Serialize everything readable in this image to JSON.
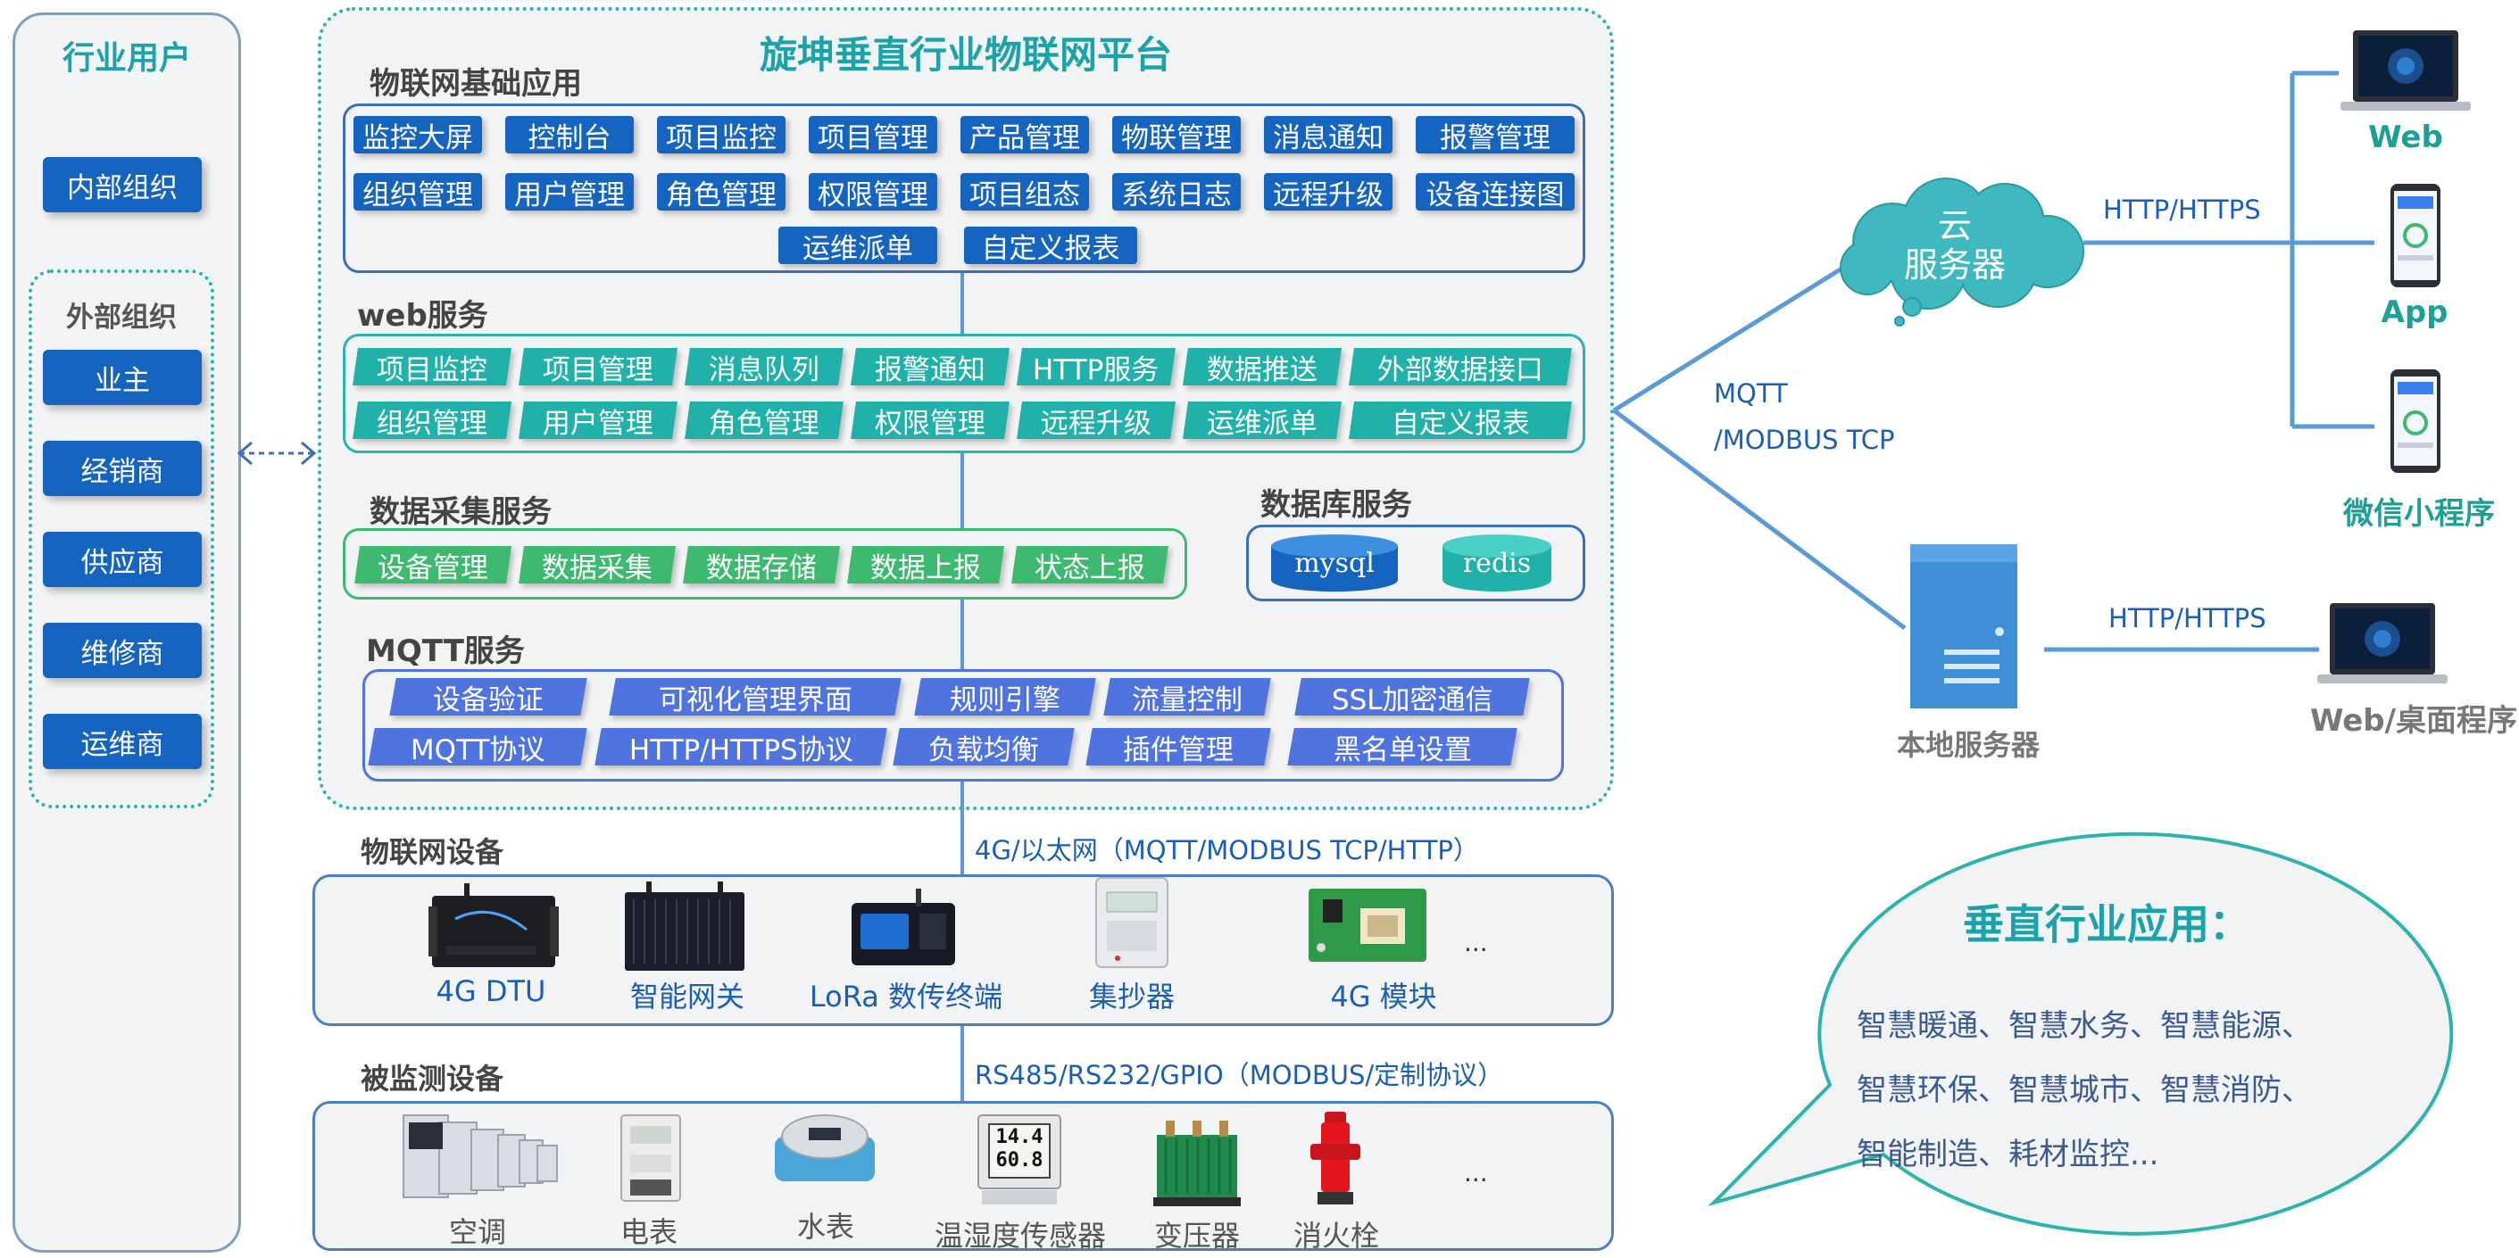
{
  "left_panel": {
    "title": "行业用户",
    "internal": "内部组织",
    "external_title": "外部组织",
    "external_items": [
      "业主",
      "经销商",
      "供应商",
      "维修商",
      "运维商"
    ]
  },
  "platform": {
    "title": "旋坤垂直行业物联网平台",
    "iot_basic": {
      "title": "物联网基础应用",
      "rows": [
        [
          "监控大屏",
          "控制台",
          "项目监控",
          "项目管理",
          "产品管理",
          "物联管理",
          "消息通知",
          "报警管理"
        ],
        [
          "组织管理",
          "用户管理",
          "角色管理",
          "权限管理",
          "项目组态",
          "系统日志",
          "远程升级",
          "设备连接图"
        ],
        [
          "运维派单",
          "自定义报表"
        ]
      ]
    },
    "web_service": {
      "title": "web服务",
      "rows": [
        [
          "项目监控",
          "项目管理",
          "消息队列",
          "报警通知",
          "HTTP服务",
          "数据推送",
          "外部数据接口"
        ],
        [
          "组织管理",
          "用户管理",
          "角色管理",
          "权限管理",
          "远程升级",
          "运维派单",
          "自定义报表"
        ]
      ]
    },
    "data_collection": {
      "title": "数据采集服务",
      "items": [
        "设备管理",
        "数据采集",
        "数据存储",
        "数据上报",
        "状态上报"
      ]
    },
    "database": {
      "title": "数据库服务",
      "items": [
        "mysql",
        "redis"
      ]
    },
    "mqtt": {
      "title": "MQTT服务",
      "rows": [
        [
          "设备验证",
          "可视化管理界面",
          "规则引擎",
          "流量控制",
          "SSL加密通信"
        ],
        [
          "MQTT协议",
          "HTTP/HTTPS协议",
          "负载均衡",
          "插件管理",
          "黑名单设置"
        ]
      ]
    }
  },
  "iot_devices": {
    "title": "物联网设备",
    "protocol": "4G/以太网（MQTT/MODBUS TCP/HTTP）",
    "items": [
      "4G DTU",
      "智能网关",
      "LoRa 数传终端",
      "集抄器",
      "4G 模块"
    ],
    "more": "..."
  },
  "monitored_devices": {
    "title": "被监测设备",
    "protocol": "RS485/RS232/GPIO（MODBUS/定制协议）",
    "items": [
      "空调",
      "电表",
      "水表",
      "温湿度传感器",
      "变压器",
      "消火栓"
    ],
    "more": "...",
    "sensor_display": [
      "14.4",
      "60.8"
    ]
  },
  "right": {
    "cloud_label": "云\n服务器",
    "cloud_line1": "云",
    "cloud_line2": "服务器",
    "cloud_protocol": "HTTP/HTTPS",
    "mqtt_line1": "MQTT",
    "mqtt_line2": "/MODBUS TCP",
    "clients": [
      "Web",
      "App",
      "微信小程序"
    ],
    "local_server": "本地服务器",
    "local_protocol": "HTTP/HTTPS",
    "local_client": "Web/桌面程序"
  },
  "bubble": {
    "title": "垂直行业应用：",
    "lines": [
      "智慧暖通、智慧水务、智慧能源、",
      "智慧环保、智慧城市、智慧消防、",
      "智能制造、耗材监控..."
    ]
  },
  "colors": {
    "teal": "#20b2aa",
    "blue_button": "#1565c0",
    "green_button": "#3dba6f",
    "purple_button": "#4f74e0",
    "line_blue": "#5b9bd5",
    "cloud": "#3fb9bf"
  }
}
